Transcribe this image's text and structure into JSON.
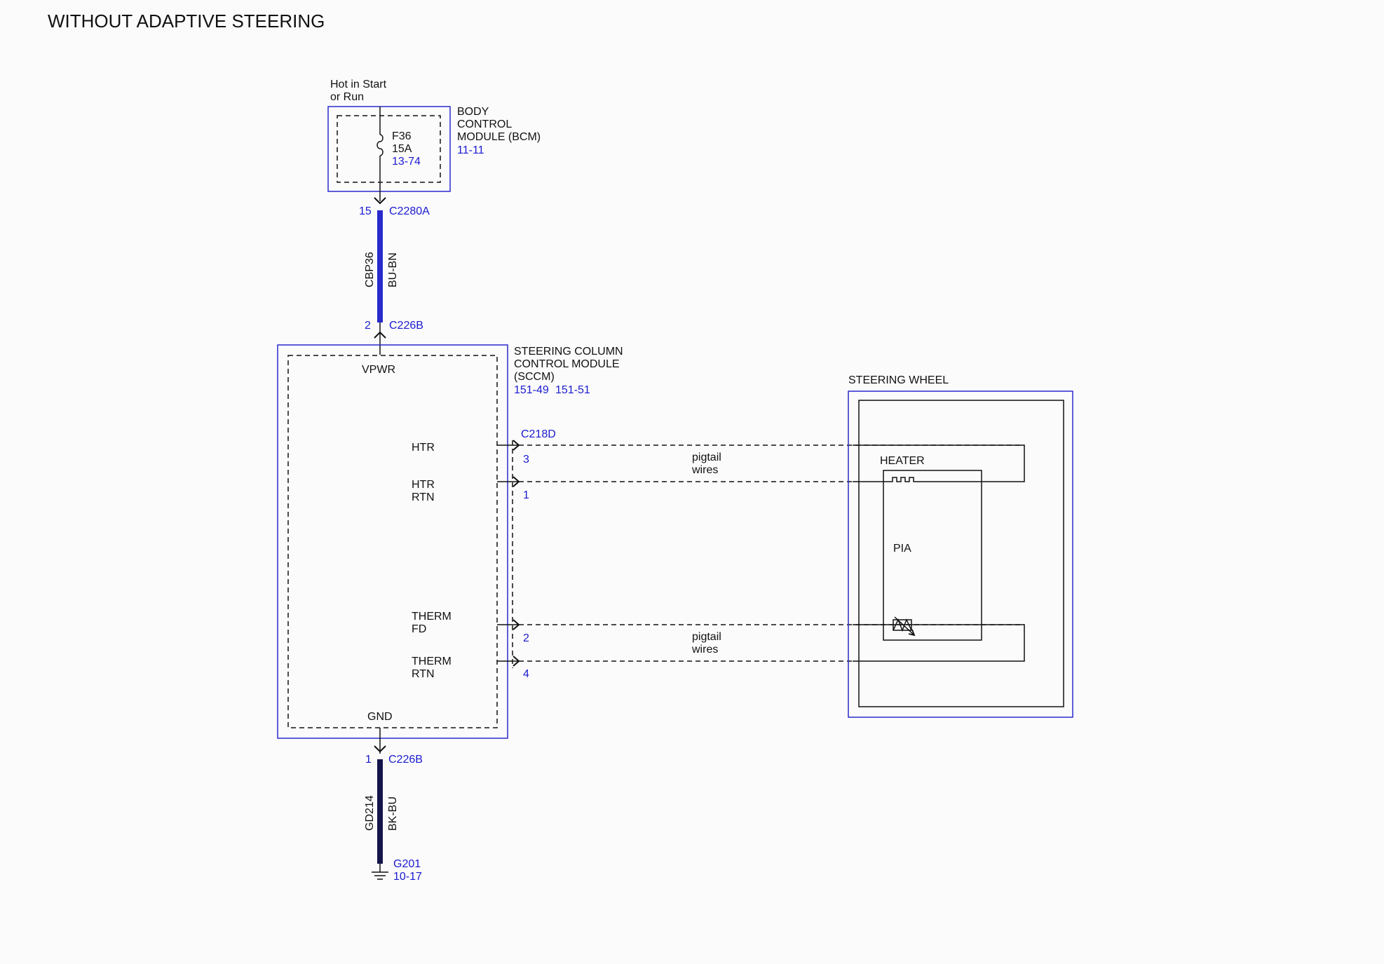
{
  "title": "WITHOUT ADAPTIVE STEERING",
  "power": {
    "line1": "Hot in Start",
    "line2": "or Run"
  },
  "bcm": {
    "name_lines": [
      "BODY",
      "CONTROL",
      "MODULE (BCM)"
    ],
    "ref": "11-11",
    "fuse": {
      "id": "F36",
      "rating": "15A",
      "ref": "13-74"
    }
  },
  "connectors": {
    "c2280a": {
      "pin": "15",
      "name": "C2280A"
    },
    "c226b_top": {
      "pin": "2",
      "name": "C226B"
    },
    "c226b_bottom": {
      "pin": "1",
      "name": "C226B"
    },
    "c218d": {
      "name": "C218D",
      "pins": [
        "3",
        "1",
        "2",
        "4"
      ]
    }
  },
  "wires": {
    "power": {
      "circuit": "CBP36",
      "color_code": "BU-BN",
      "color": "#2a2acc"
    },
    "ground": {
      "circuit": "GD214",
      "color_code": "BK-BU",
      "color": "#14144a"
    }
  },
  "sccm": {
    "name_lines": [
      "STEERING COLUMN",
      "CONTROL MODULE",
      "(SCCM)"
    ],
    "refs": [
      "151-49",
      "151-51"
    ],
    "pins": {
      "vpwr": "VPWR",
      "htr": "HTR",
      "htr_rtn": [
        "HTR",
        "RTN"
      ],
      "therm_fd": [
        "THERM",
        "FD"
      ],
      "therm_rtn": [
        "THERM",
        "RTN"
      ],
      "gnd": "GND"
    }
  },
  "pigtail": [
    "pigtail",
    "wires"
  ],
  "steering_wheel": {
    "name": "STEERING WHEEL",
    "heater": "HEATER",
    "pia": "PIA"
  },
  "ground": {
    "name": "G201",
    "ref": "10-17"
  },
  "colors": {
    "connector_ref": "#1a1ad0",
    "module_border": "#2a2acc",
    "module_fill": "#f3f3f3",
    "background": "#fbfbfb"
  }
}
